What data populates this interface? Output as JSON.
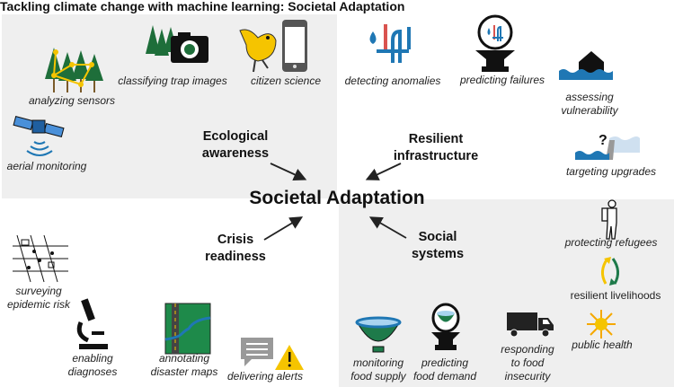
{
  "title": "Tackling climate change with machine learning: Societal Adaptation",
  "center": "Societal Adaptation",
  "categories": {
    "ecological": [
      "Ecological",
      "awareness"
    ],
    "infrastructure": [
      "Resilient",
      "infrastructure"
    ],
    "crisis": [
      "Crisis",
      "readiness"
    ],
    "social": [
      "Social",
      "systems"
    ]
  },
  "items": {
    "analyzing_sensors": "analyzing sensors",
    "classifying_trap_images": "classifying trap images",
    "citizen_science": "citizen science",
    "aerial_monitoring": "aerial monitoring",
    "detecting_anomalies": "detecting anomalies",
    "predicting_failures": "predicting failures",
    "assessing_vulnerability": [
      "assessing",
      "vulnerability"
    ],
    "targeting_upgrades": "targeting upgrades",
    "surveying_epidemic_risk": [
      "surveying",
      "epidemic risk"
    ],
    "enabling_diagnoses": [
      "enabling",
      "diagnoses"
    ],
    "annotating_disaster_maps": [
      "annotating",
      "disaster maps"
    ],
    "delivering_alerts": "delivering alerts",
    "protecting_refugees": "protecting refugees",
    "resilient_livelihoods": "resilient livelihoods",
    "public_health": "public health",
    "monitoring_food_supply": [
      "monitoring",
      "food supply"
    ],
    "predicting_food_demand": [
      "predicting",
      "food demand"
    ],
    "responding_to_food_insecurity": [
      "responding",
      "to food",
      "insecurity"
    ]
  },
  "colors": {
    "panel": "#efefef",
    "blue": "#1f77b4",
    "green": "#1e7a4a",
    "yellow": "#f5c400"
  }
}
